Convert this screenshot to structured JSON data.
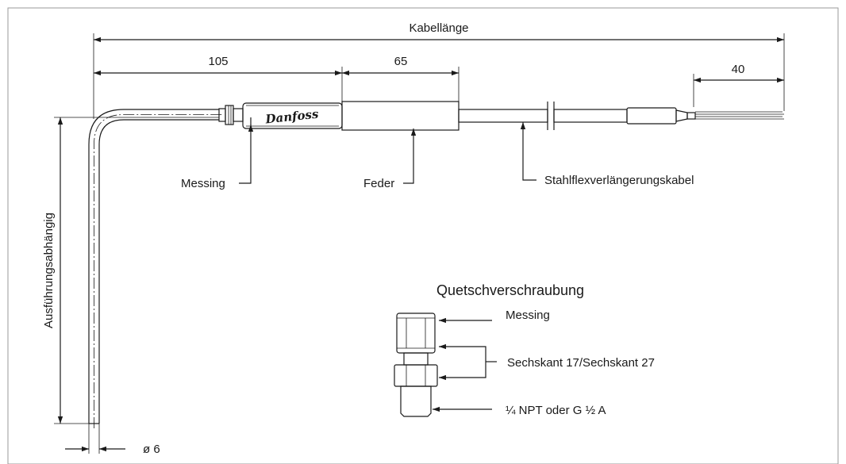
{
  "dimensions": {
    "cable_length": "Kabellänge",
    "d105": "105",
    "d65": "65",
    "d40": "40",
    "height": "Ausführungsabhängig",
    "diameter": "ø 6"
  },
  "labels": {
    "messing": "Messing",
    "feder": "Feder",
    "cable": "Stahlflexverlängerungskabel"
  },
  "brand_logo": "Danfoss",
  "fitting": {
    "title": "Quetschverschraubung",
    "material": "Messing",
    "hex": "Sechskant 17/Sechskant 27",
    "thread": "¼ NPT oder G ½ A"
  }
}
